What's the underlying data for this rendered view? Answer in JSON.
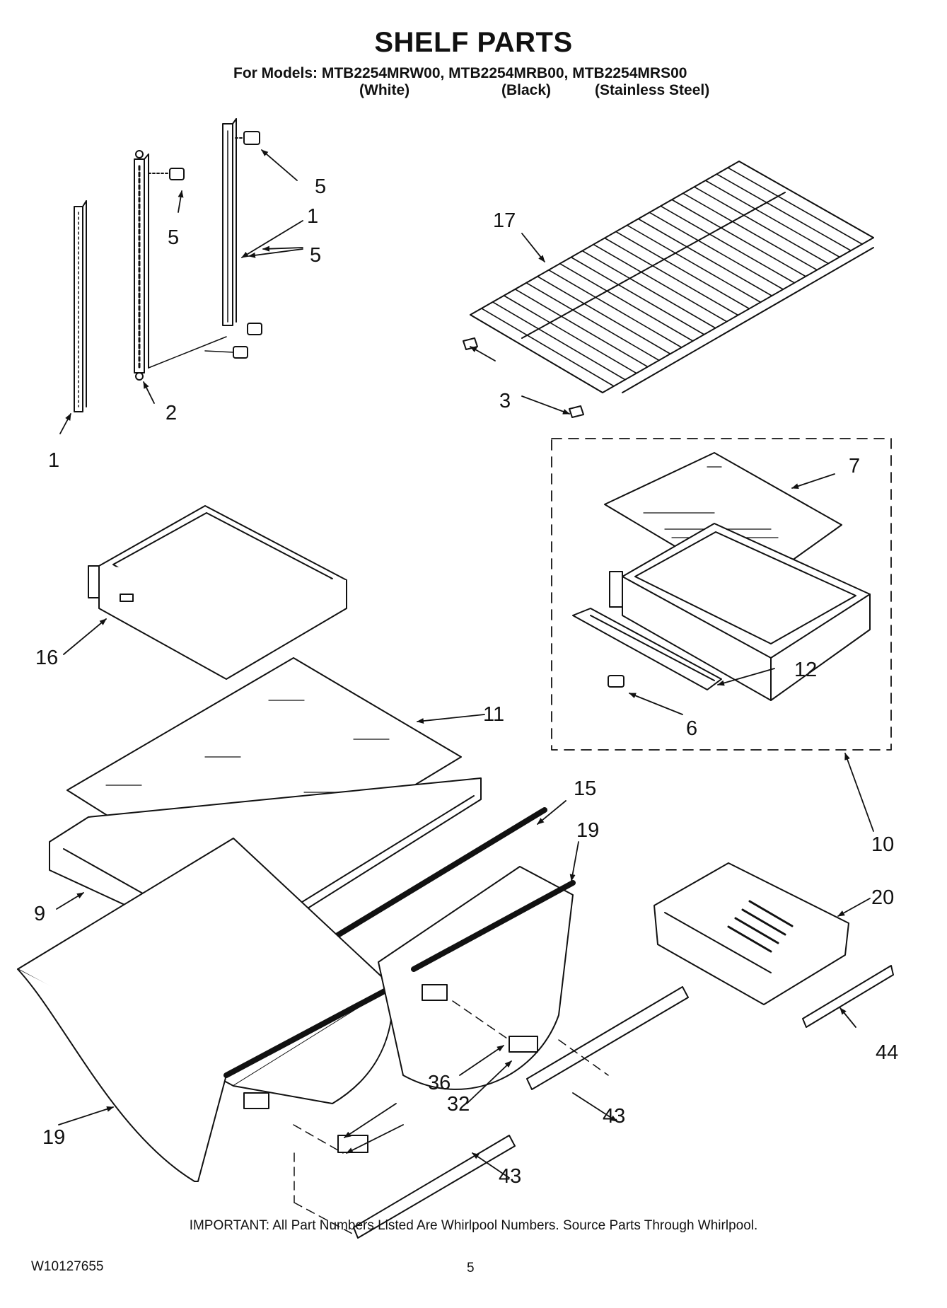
{
  "header": {
    "title": "SHELF PARTS",
    "models_line": "For Models: MTB2254MRW00, MTB2254MRB00, MTB2254MRS00",
    "variant_white": "(White)",
    "variant_black": "(Black)",
    "variant_stainless": "(Stainless Steel)"
  },
  "callouts": {
    "c1a": "1",
    "c1b": "1",
    "c2": "2",
    "c3": "3",
    "c5a": "5",
    "c5b": "5",
    "c5c": "5",
    "c6": "6",
    "c7": "7",
    "c9": "9",
    "c10": "10",
    "c11": "11",
    "c12": "12",
    "c15": "15",
    "c16": "16",
    "c17": "17",
    "c19a": "19",
    "c19b": "19",
    "c20": "20",
    "c32": "32",
    "c36": "36",
    "c43a": "43",
    "c43b": "43",
    "c44": "44"
  },
  "footer": {
    "important_note": "IMPORTANT: All Part Numbers Listed Are Whirlpool Numbers. Source Parts Through Whirlpool.",
    "doc_number": "W10127655",
    "page_number": "5"
  }
}
